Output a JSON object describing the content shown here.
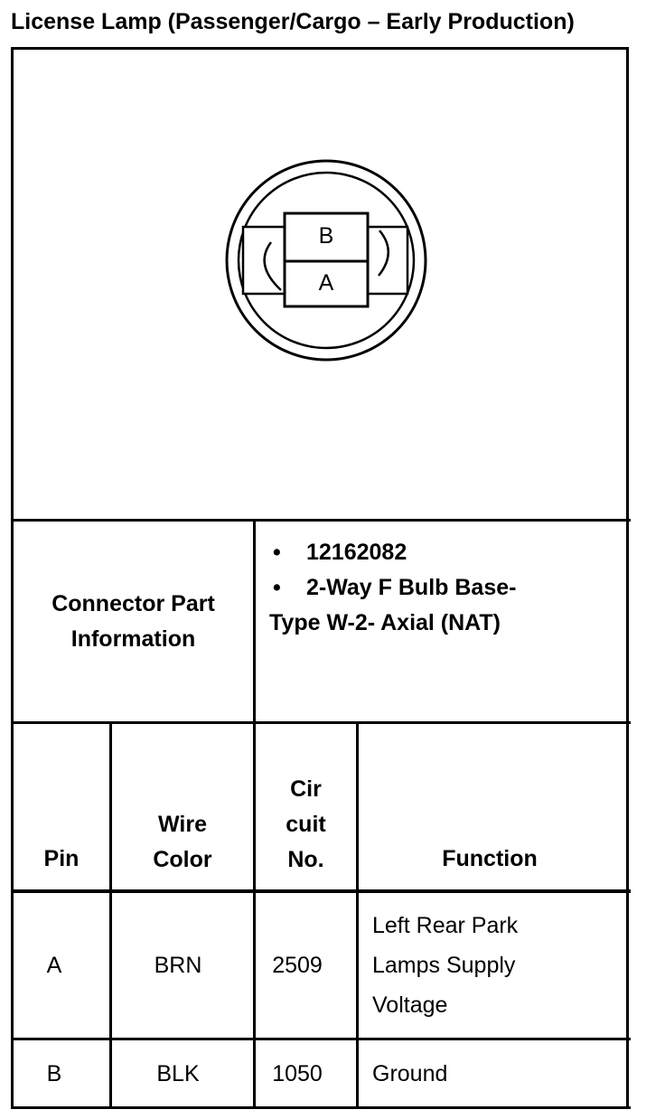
{
  "title": "License Lamp (Passenger/Cargo – Early Production)",
  "connector_diagram": {
    "pins": [
      "B",
      "A"
    ]
  },
  "connector_part_information": {
    "label_line1": "Connector Part",
    "label_line2": "Information",
    "bullet_symbol": "•",
    "items": [
      {
        "text": "12162082"
      },
      {
        "text": "2-Way F Bulb Base-",
        "continuation": "Type W-2- Axial (NAT)"
      }
    ]
  },
  "table": {
    "headers": {
      "pin": "Pin",
      "wire_color_line1": "Wire",
      "wire_color_line2": "Color",
      "circuit_line1": "Cir",
      "circuit_line2": "cuit",
      "circuit_line3": "No.",
      "function": "Function"
    },
    "rows": [
      {
        "pin": "A",
        "wire_color": "BRN",
        "circuit": "2509",
        "function_lines": [
          "Left Rear Park",
          "Lamps Supply",
          "Voltage"
        ]
      },
      {
        "pin": "B",
        "wire_color": "BLK",
        "circuit": "1050",
        "function_lines": [
          "Ground"
        ]
      }
    ]
  }
}
